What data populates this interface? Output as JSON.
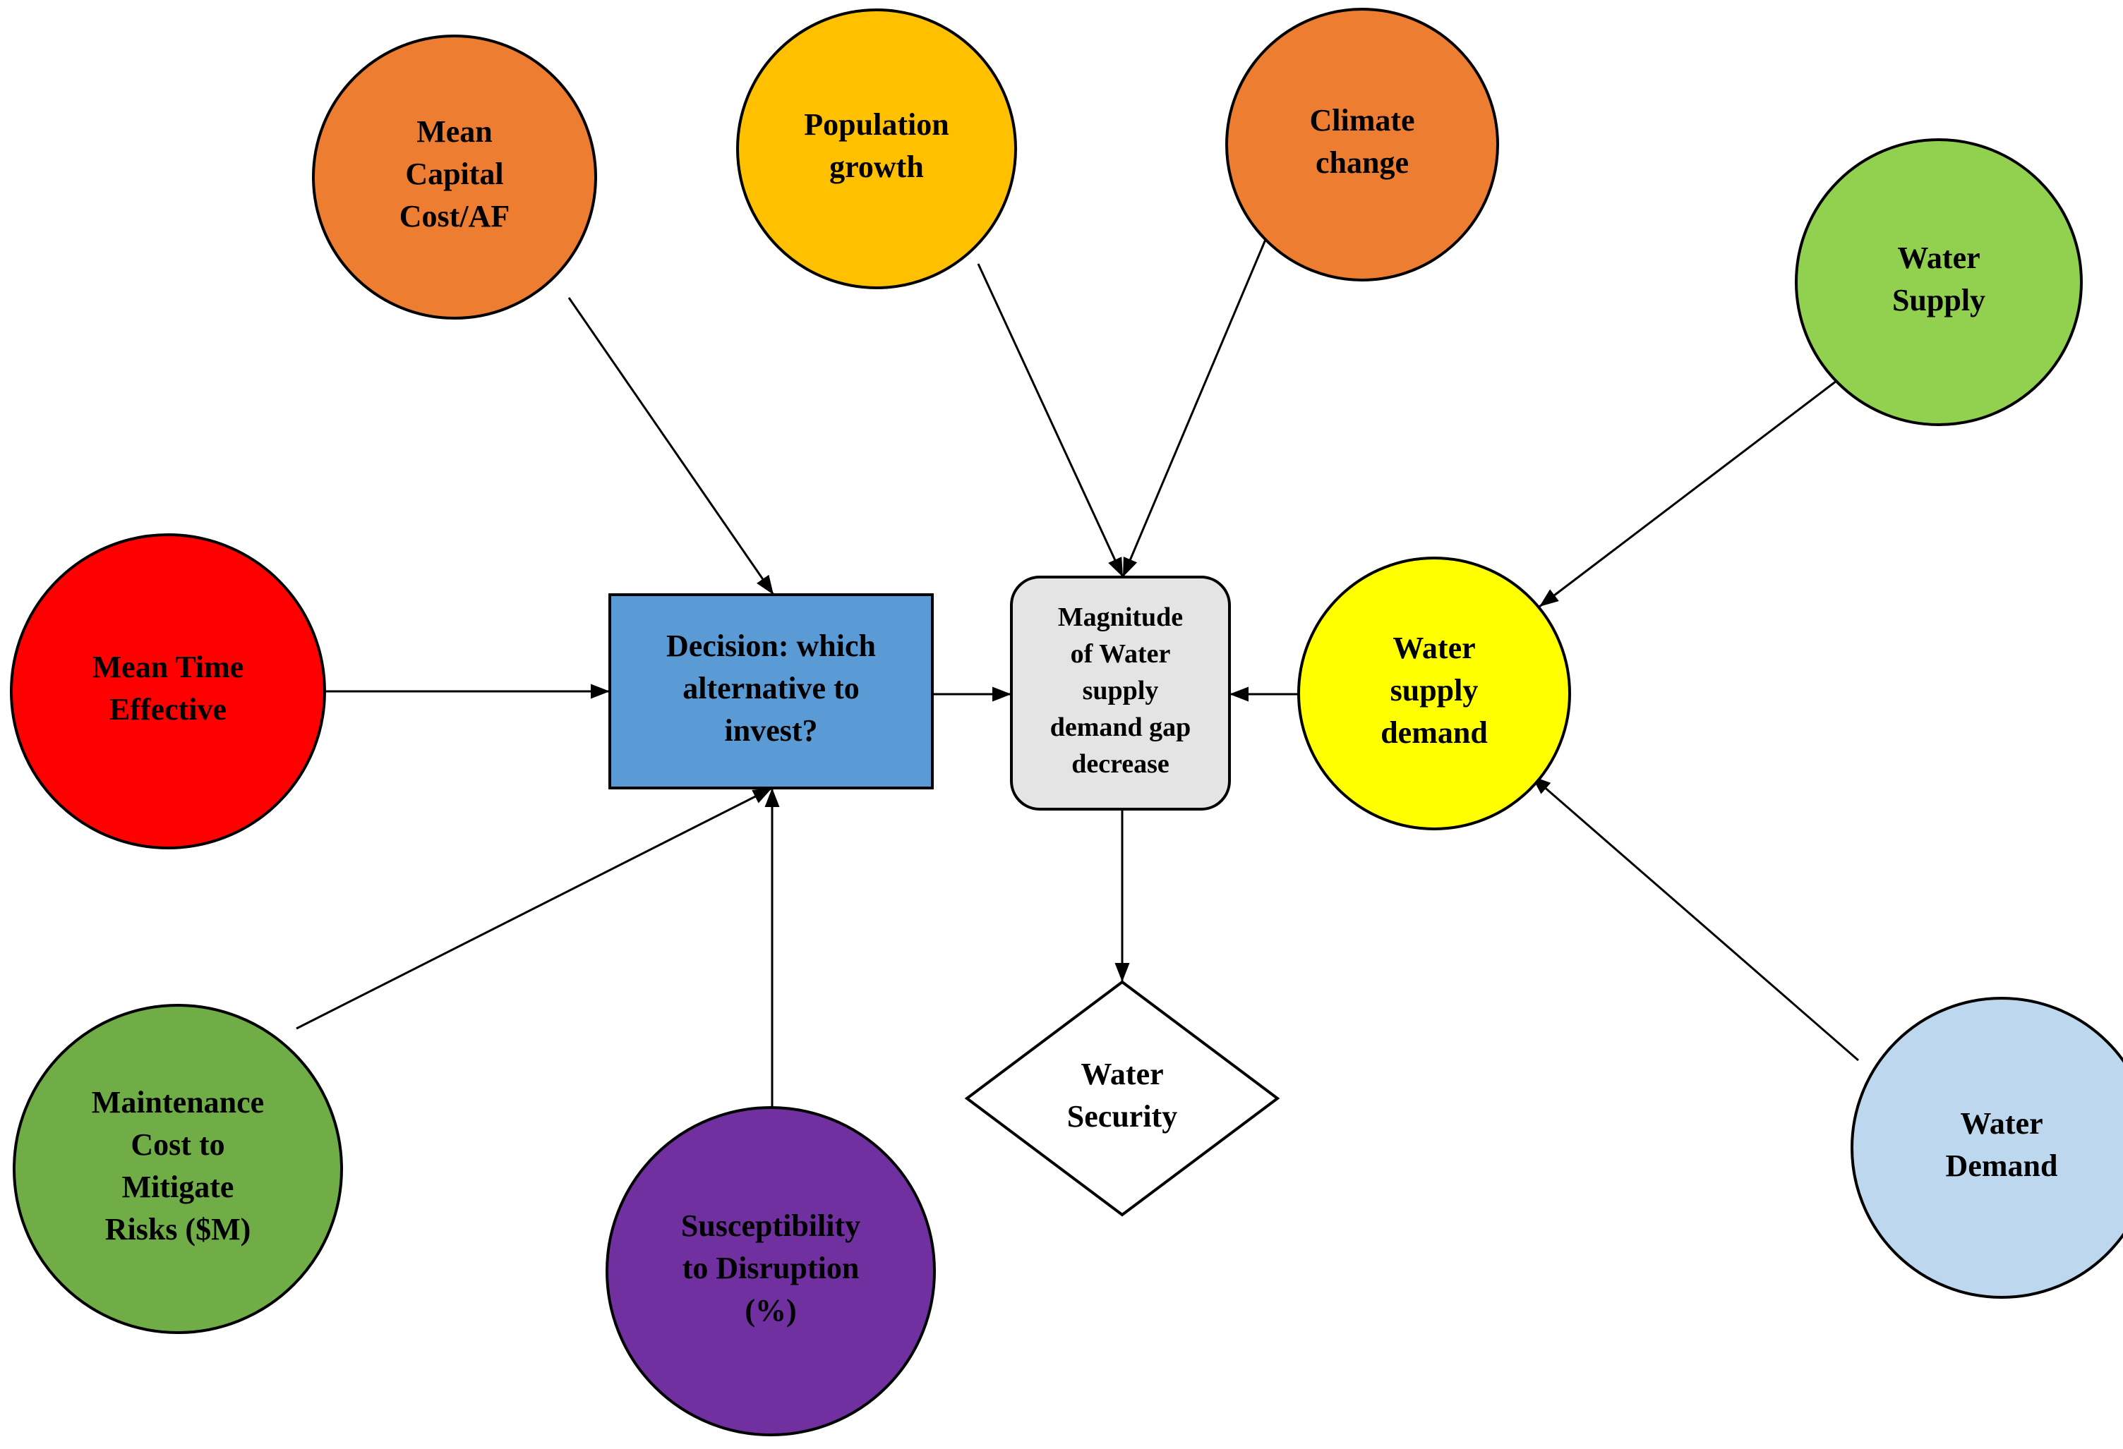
{
  "colors": {
    "stroke": "#000000",
    "mean_capital_cost": "#ED7D31",
    "population_growth": "#FFC000",
    "climate_change": "#ED7D31",
    "water_supply": "#92D050",
    "mean_time_effective": "#FF0000",
    "decision": "#5B9BD5",
    "magnitude": "#E4E4E4",
    "water_supply_demand": "#FFFF00",
    "maintenance_cost": "#70AD47",
    "susceptibility": "#7030A0",
    "water_security": "#FFFFFF",
    "water_demand": "#BDD7EE"
  },
  "nodes": {
    "mean_capital_cost": {
      "shape": "circle",
      "lines": [
        "Mean",
        "Capital",
        "Cost/AF"
      ]
    },
    "population_growth": {
      "shape": "circle",
      "lines": [
        "Population",
        "growth"
      ]
    },
    "climate_change": {
      "shape": "circle",
      "lines": [
        "Climate",
        "change"
      ]
    },
    "water_supply": {
      "shape": "circle",
      "lines": [
        "Water",
        "Supply"
      ]
    },
    "mean_time_effective": {
      "shape": "circle",
      "lines": [
        "Mean Time",
        "Effective"
      ]
    },
    "decision": {
      "shape": "rectangle",
      "lines": [
        "Decision: which",
        "alternative to",
        "invest?"
      ]
    },
    "magnitude": {
      "shape": "rounded-rectangle",
      "lines": [
        "Magnitude",
        "of Water",
        "supply",
        "demand gap",
        "decrease"
      ]
    },
    "water_supply_demand": {
      "shape": "circle",
      "lines": [
        "Water",
        "supply",
        "demand"
      ]
    },
    "maintenance_cost": {
      "shape": "circle",
      "lines": [
        "Maintenance",
        "Cost to",
        "Mitigate",
        "Risks ($M)"
      ]
    },
    "susceptibility": {
      "shape": "circle",
      "lines": [
        "Susceptibility",
        "to Disruption",
        "(%)"
      ]
    },
    "water_security": {
      "shape": "diamond",
      "lines": [
        "Water",
        "Security"
      ]
    },
    "water_demand": {
      "shape": "circle",
      "lines": [
        "Water",
        "Demand"
      ]
    }
  },
  "edges": [
    {
      "from": "mean_capital_cost",
      "to": "decision"
    },
    {
      "from": "mean_time_effective",
      "to": "decision"
    },
    {
      "from": "maintenance_cost",
      "to": "decision"
    },
    {
      "from": "susceptibility",
      "to": "decision"
    },
    {
      "from": "decision",
      "to": "magnitude"
    },
    {
      "from": "population_growth",
      "to": "magnitude"
    },
    {
      "from": "climate_change",
      "to": "magnitude"
    },
    {
      "from": "water_supply_demand",
      "to": "magnitude"
    },
    {
      "from": "water_supply",
      "to": "water_supply_demand"
    },
    {
      "from": "water_demand",
      "to": "water_supply_demand"
    },
    {
      "from": "magnitude",
      "to": "water_security"
    }
  ]
}
